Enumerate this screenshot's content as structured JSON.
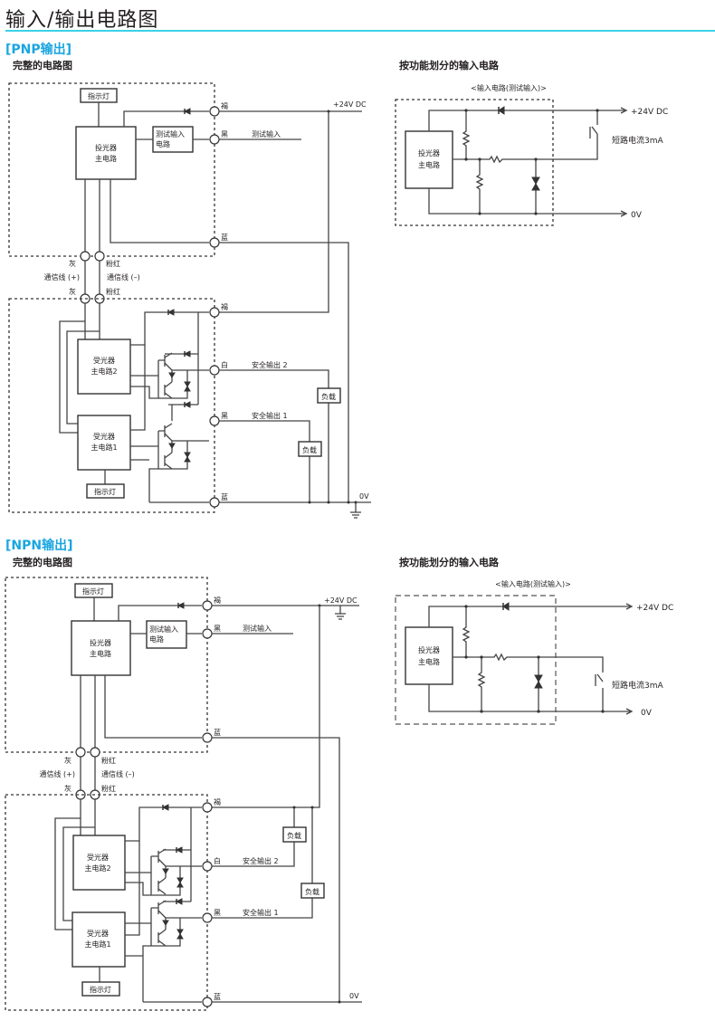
{
  "page": {
    "title": "输入/输出电路图"
  },
  "sections": [
    {
      "id": "pnp",
      "heading": "[PNP输出]",
      "full_circuit_label": "完整的电路图",
      "functional_label": "按功能划分的输入电路",
      "emitter": {
        "indicator": "指示灯",
        "main_circuit": [
          "投光器",
          "主电路"
        ],
        "test_input_circuit": [
          "测试输入",
          "电路"
        ],
        "terminals": {
          "brown": "褐",
          "black": "黑",
          "blue": "蓝"
        },
        "test_input_label": "测试输入",
        "supply_label": "+24V DC"
      },
      "comm": {
        "gray": "灰",
        "pink": "粉红",
        "line_plus": "通信线 (+)",
        "line_minus": "通信线 (–)"
      },
      "receiver": {
        "main_circuit_2": [
          "受光器",
          "主电路2"
        ],
        "main_circuit_1": [
          "受光器",
          "主电路1"
        ],
        "indicator": "指示灯",
        "terminals": {
          "brown": "褐",
          "white": "白",
          "black": "黑",
          "blue": "蓝"
        },
        "output_2": "安全输出 2",
        "output_1": "安全输出 1",
        "load": "负载",
        "zero_v": "0V"
      },
      "input_circuit": {
        "caption": "<输入电路(测试输入)>",
        "main_circuit": [
          "投光器",
          "主电路"
        ],
        "supply": "+24V DC",
        "short_current": "短路电流3mA",
        "zero_v": "0V"
      }
    },
    {
      "id": "npn",
      "heading": "[NPN输出]",
      "full_circuit_label": "完整的电路图",
      "functional_label": "按功能划分的输入电路",
      "emitter": {
        "indicator": "指示灯",
        "main_circuit": [
          "投光器",
          "主电路"
        ],
        "test_input_circuit": [
          "测试输入",
          "电路"
        ],
        "terminals": {
          "brown": "褐",
          "black": "黑",
          "blue": "蓝"
        },
        "test_input_label": "测试输入",
        "supply_label": "+24V DC"
      },
      "comm": {
        "gray": "灰",
        "pink": "粉红",
        "line_plus": "通信线 (+)",
        "line_minus": "通信线 (–)"
      },
      "receiver": {
        "main_circuit_2": [
          "受光器",
          "主电路2"
        ],
        "main_circuit_1": [
          "受光器",
          "主电路1"
        ],
        "indicator": "指示灯",
        "terminals": {
          "brown": "褐",
          "white": "白",
          "black": "黑",
          "blue": "蓝"
        },
        "output_2": "安全输出 2",
        "output_1": "安全输出 1",
        "load": "负载",
        "zero_v": "0V"
      },
      "input_circuit": {
        "caption": "<输入电路(测试输入)>",
        "main_circuit": [
          "投光器",
          "主电路"
        ],
        "supply": "+24V DC",
        "short_current": "短路电流3mA",
        "zero_v": "0V"
      }
    }
  ],
  "colors": {
    "accent": "#1aa6e0",
    "rule": "#3cd0e8",
    "line": "#444444"
  }
}
